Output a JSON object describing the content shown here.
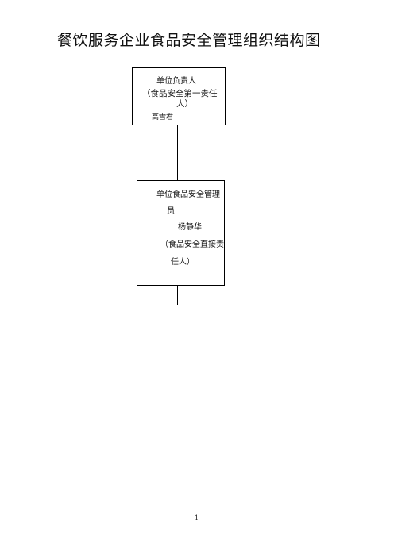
{
  "title": "餐饮服务企业食品安全管理组织结构图",
  "nodes": [
    {
      "role": "单位负责人",
      "duty_line1": "（食品安全第一责任",
      "duty_line2": "人）",
      "name": "高雪君"
    },
    {
      "role_line1": "单位食品安全管理",
      "role_line2": "员",
      "name": "杨静华",
      "duty_line1": "（食品安全直接责",
      "duty_line2": "任人）"
    }
  ],
  "page_number": "1"
}
